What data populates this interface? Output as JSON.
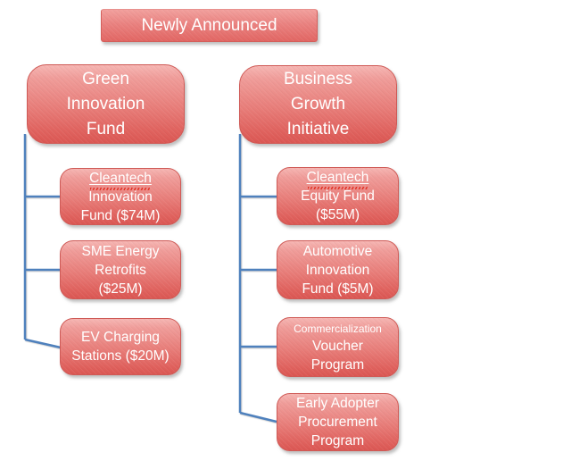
{
  "header": {
    "label": "Newly Announced"
  },
  "colors": {
    "node_fill_top": "#f6b6b3",
    "node_fill_bottom": "#db5753",
    "node_border": "#cf5a56",
    "node_text": "#ffffff",
    "connector": "#4f81bd",
    "spellcheck_squiggle": "#e22b1e",
    "background": "#ffffff"
  },
  "left_branch": {
    "root": {
      "label": "Green Innovation Fund",
      "lines": [
        "Green",
        "Innovation",
        "Fund"
      ]
    },
    "children": [
      {
        "label": "Cleantech Innovation Fund ($74M)",
        "lines": [
          "Cleantech",
          "Innovation",
          "Fund ($74M)"
        ]
      },
      {
        "label": "SME Energy Retrofits ($25M)",
        "lines": [
          "SME Energy",
          "Retrofits",
          "($25M)"
        ]
      },
      {
        "label": "EV Charging Stations ($20M)",
        "lines": [
          "EV Charging",
          "Stations ($20M)"
        ]
      }
    ]
  },
  "right_branch": {
    "root": {
      "label": "Business Growth Initiative",
      "lines": [
        "Business",
        "Growth",
        "Initiative"
      ]
    },
    "children": [
      {
        "label": "Cleantech Equity Fund ($55M)",
        "lines": [
          "Cleantech",
          "Equity Fund",
          "($55M)"
        ]
      },
      {
        "label": "Automotive Innovation Fund ($5M)",
        "lines": [
          "Automotive",
          "Innovation",
          "Fund ($5M)"
        ]
      },
      {
        "label": "Commercialization Voucher Program",
        "lines": [
          "Commercialization",
          "Voucher",
          "Program"
        ]
      },
      {
        "label": "Early Adopter Procurement Program",
        "lines": [
          "Early Adopter",
          "Procurement",
          "Program"
        ]
      }
    ]
  }
}
